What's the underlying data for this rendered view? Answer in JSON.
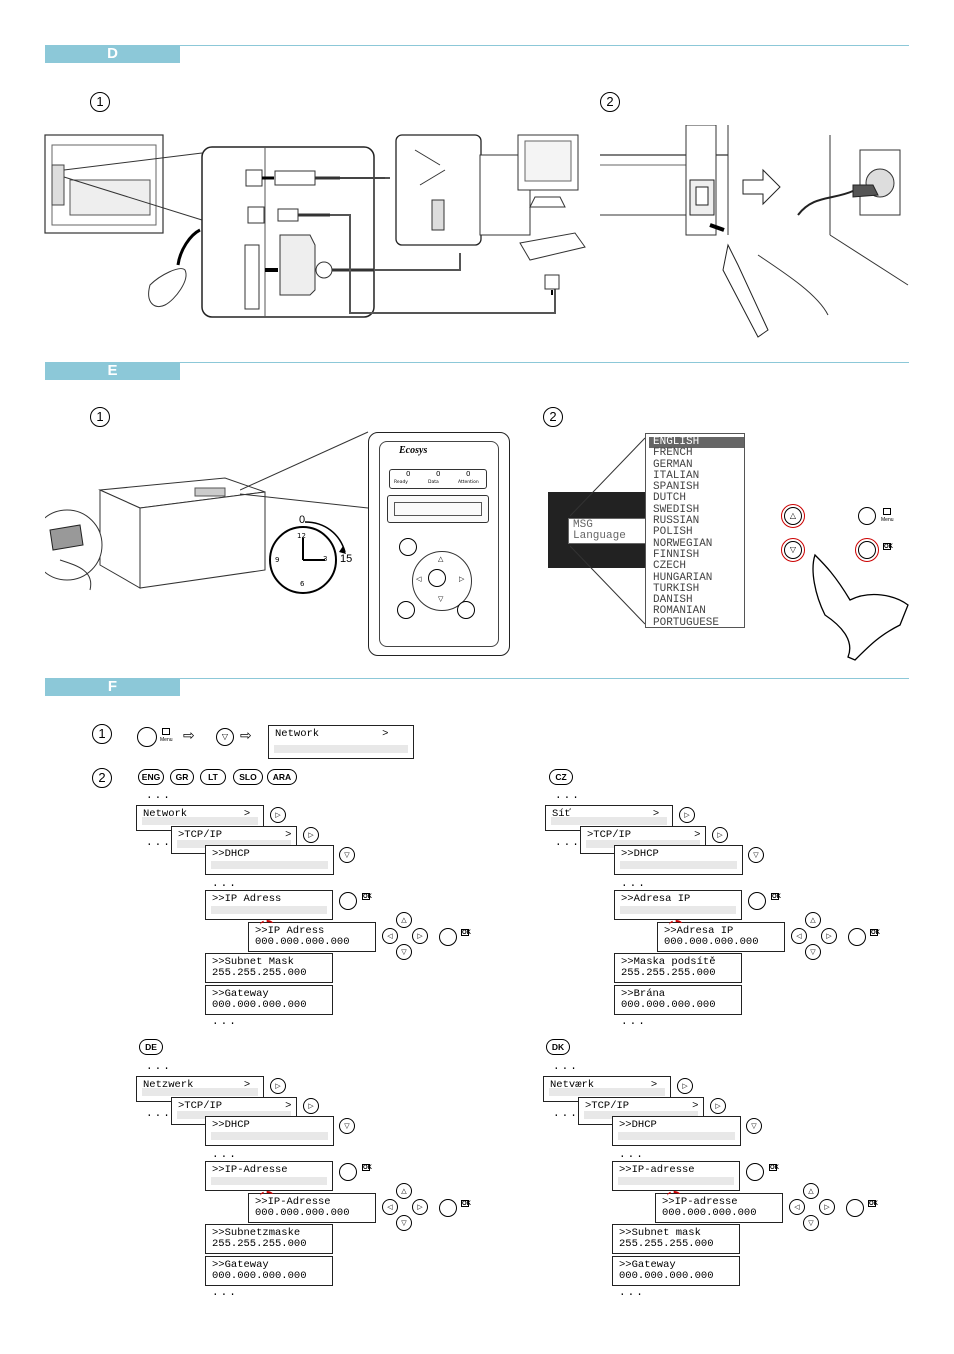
{
  "sections": {
    "d": {
      "label": "D"
    },
    "e": {
      "label": "E"
    },
    "f": {
      "label": "F"
    }
  },
  "steps": {
    "one": "1",
    "two": "2"
  },
  "printer_panel": {
    "brand": "Ecosys",
    "counters": [
      "0",
      "0",
      "0"
    ],
    "indicators": [
      "Ready",
      "Data",
      "Attention"
    ]
  },
  "clock": {
    "start": "0",
    "twelve": "12",
    "three": "3",
    "six": "6",
    "nine": "9",
    "minutes": "15"
  },
  "language_screen": {
    "msg_label": "MSG",
    "language_label": "Language",
    "options": [
      "ENGLISH",
      "FRENCH",
      "GERMAN",
      "ITALIAN",
      "SPANISH",
      "DUTCH",
      "SWEDISH",
      "RUSSIAN",
      "POLISH",
      "NORWEGIAN",
      "FINNISH",
      "CZECH",
      "HUNGARIAN",
      "TURKISH",
      "DANISH",
      "ROMANIAN",
      "PORTUGUESE"
    ],
    "selected": "ENGLISH"
  },
  "button_labels": {
    "menu": "Menu",
    "ok": "OK"
  },
  "f_step1": {
    "display": "Network          >"
  },
  "lang_badges": {
    "group1": [
      "ENG",
      "GR",
      "LT",
      "SLO",
      "ARA"
    ],
    "cz": "CZ",
    "de": "DE",
    "dk": "DK"
  },
  "ellipsis": "...",
  "panels": {
    "en": {
      "network": "Network         >",
      "tcpip": ">TCP/IP          >",
      "dhcp": ">>DHCP",
      "ip_menu": ">>IP Adress",
      "ip_edit_title": ">>IP Adress",
      "ip_value": "000.000.000.000",
      "subnet_title": ">>Subnet Mask",
      "subnet_value": "255.255.255.000",
      "gateway_title": ">>Gateway",
      "gateway_value": "000.000.000.000"
    },
    "cz": {
      "network": "Síť             >",
      "tcpip": ">TCP/IP          >",
      "dhcp": ">>DHCP",
      "ip_menu": ">>Adresa IP",
      "ip_edit_title": ">>Adresa IP",
      "ip_value": "000.000.000.000",
      "subnet_title": ">>Maska podsítě",
      "subnet_value": "255.255.255.000",
      "gateway_title": ">>Brána",
      "gateway_value": "000.000.000.000"
    },
    "de": {
      "network": "Netzwerk        >",
      "tcpip": ">TCP/IP          >",
      "dhcp": ">>DHCP",
      "ip_menu": ">>IP-Adresse",
      "ip_edit_title": ">>IP-Adresse",
      "ip_value": "000.000.000.000",
      "subnet_title": ">>Subnetzmaske",
      "subnet_value": "255.255.255.000",
      "gateway_title": ">>Gateway",
      "gateway_value": "000.000.000.000"
    },
    "dk": {
      "network": "Netværk         >",
      "tcpip": ">TCP/IP          >",
      "dhcp": ">>DHCP",
      "ip_menu": ">>IP-adresse",
      "ip_edit_title": ">>IP-adresse",
      "ip_value": "000.000.000.000",
      "subnet_title": ">>Subnet mask",
      "subnet_value": "255.255.255.000",
      "gateway_title": ">>Gateway",
      "gateway_value": "000.000.000.000"
    }
  }
}
